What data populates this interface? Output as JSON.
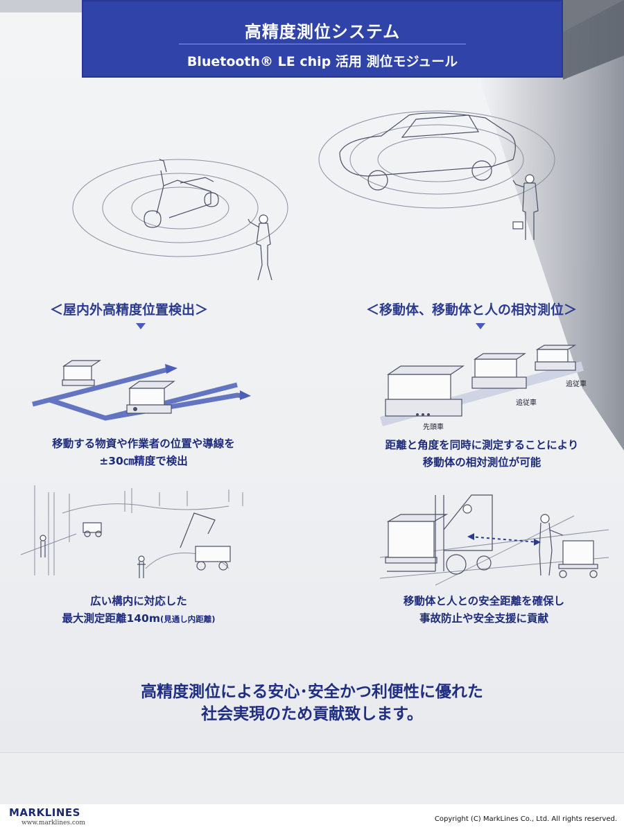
{
  "banner": {
    "title": "高精度測位システム",
    "subtitle": "Bluetooth® LE chip 活用 測位モジュール"
  },
  "left_column": {
    "heading": "＜屋内外高精度位置検出＞",
    "caption1_line1": "移動する物資や作業者の位置や導線を",
    "caption1_line2": "±30㎝精度で検出",
    "caption2_line1": "広い構内に対応した",
    "caption2_line2_main": "最大測定距離140m",
    "caption2_line2_note": "(見通し内距離)"
  },
  "right_column": {
    "heading": "＜移動体、移動体と人の相対測位＞",
    "vehicle_labels": {
      "lead": "先頭車",
      "follow1": "追従車",
      "follow2": "追従車"
    },
    "caption1_line1": "距離と角度を同時に測定することにより",
    "caption1_line2": "移動体の相対測位が可能",
    "caption2_line1": "移動体と人との安全距離を確保し",
    "caption2_line2": "事故防止や安全支援に貢献"
  },
  "slogan": {
    "line1": "高精度測位による安心･安全かつ利便性に優れた",
    "line2": "社会実現のため貢献致します。"
  },
  "footer": {
    "logo": "MARKLINES",
    "url": "www.marklines.com",
    "copyright": "Copyright (C) MarkLines Co., Ltd. All rights reserved."
  },
  "colors": {
    "banner": "#2f43a8",
    "accent_text": "#2b3a8f",
    "path_blue": "#4b5fb8"
  }
}
